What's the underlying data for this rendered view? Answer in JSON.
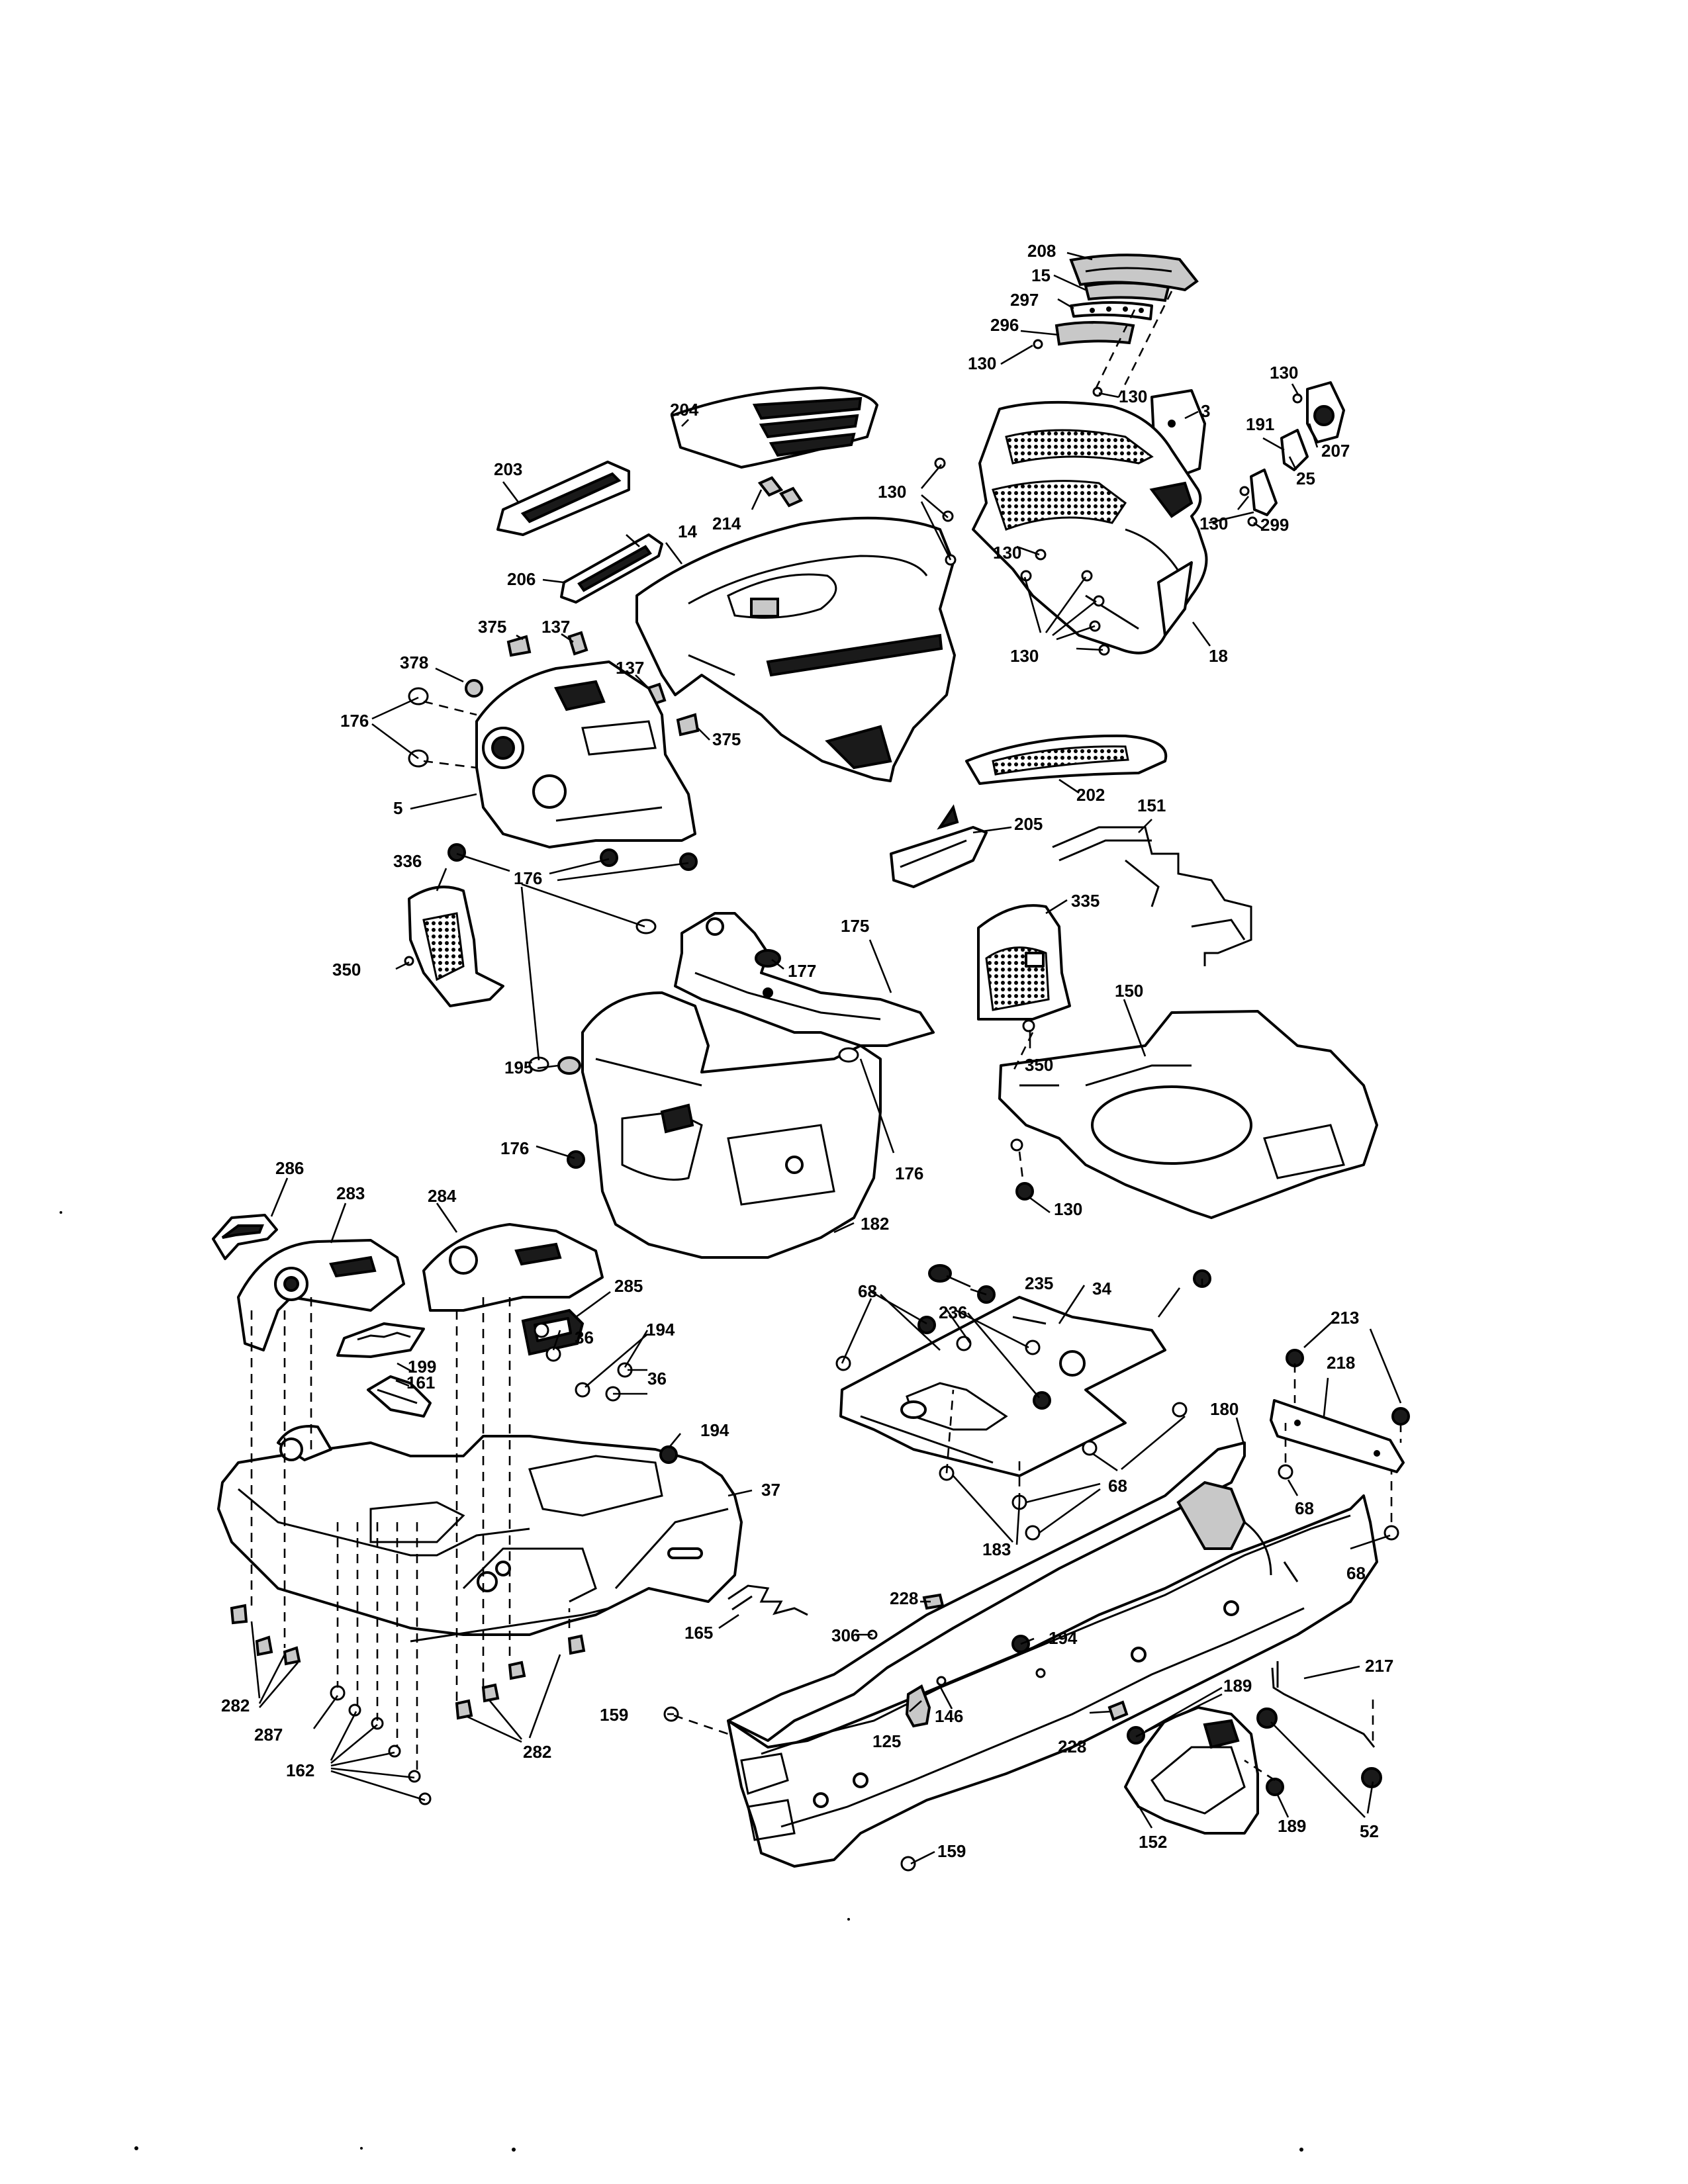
{
  "diagram": {
    "labels": [
      "208",
      "15",
      "297",
      "296",
      "130",
      "130",
      "204",
      "3",
      "130",
      "207",
      "191",
      "25",
      "203",
      "130",
      "214",
      "14",
      "130",
      "130",
      "299",
      "206",
      "130",
      "18",
      "375",
      "137",
      "378",
      "137",
      "176",
      "375",
      "5",
      "202",
      "205",
      "151",
      "336",
      "176",
      "175",
      "177",
      "335",
      "350",
      "150",
      "350",
      "195",
      "176",
      "176",
      "182",
      "130",
      "286",
      "283",
      "284",
      "285",
      "235",
      "34",
      "68",
      "236",
      "194",
      "36",
      "199",
      "36",
      "161",
      "194",
      "213",
      "218",
      "37",
      "180",
      "68",
      "68",
      "183",
      "68",
      "228",
      "194",
      "165",
      "306",
      "189",
      "217",
      "282",
      "146",
      "159",
      "125",
      "228",
      "287",
      "52",
      "162",
      "282",
      "152",
      "189",
      "159"
    ]
  }
}
